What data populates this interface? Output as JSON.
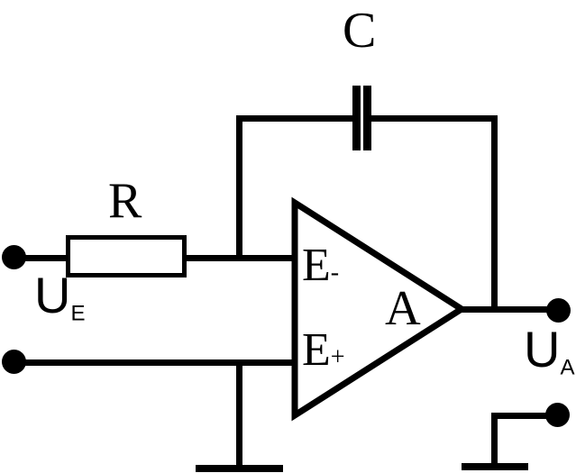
{
  "colors": {
    "line": "#000000",
    "background": "#ffffff"
  },
  "labels": {
    "capacitor": "C",
    "resistor": "R",
    "gain": "A",
    "e_minus_base": "E",
    "e_minus_sub": "-",
    "e_plus_base": "E",
    "e_plus_sub": "+",
    "u_in_base": "U",
    "u_in_sub": "E",
    "u_out_base": "U",
    "u_out_sub": "A"
  },
  "symbols": {
    "opamp": "triangle",
    "capacitor": "parallel-plates",
    "resistor": "rectangle-box",
    "ground": "t-bar",
    "terminal": "filled-dot"
  }
}
